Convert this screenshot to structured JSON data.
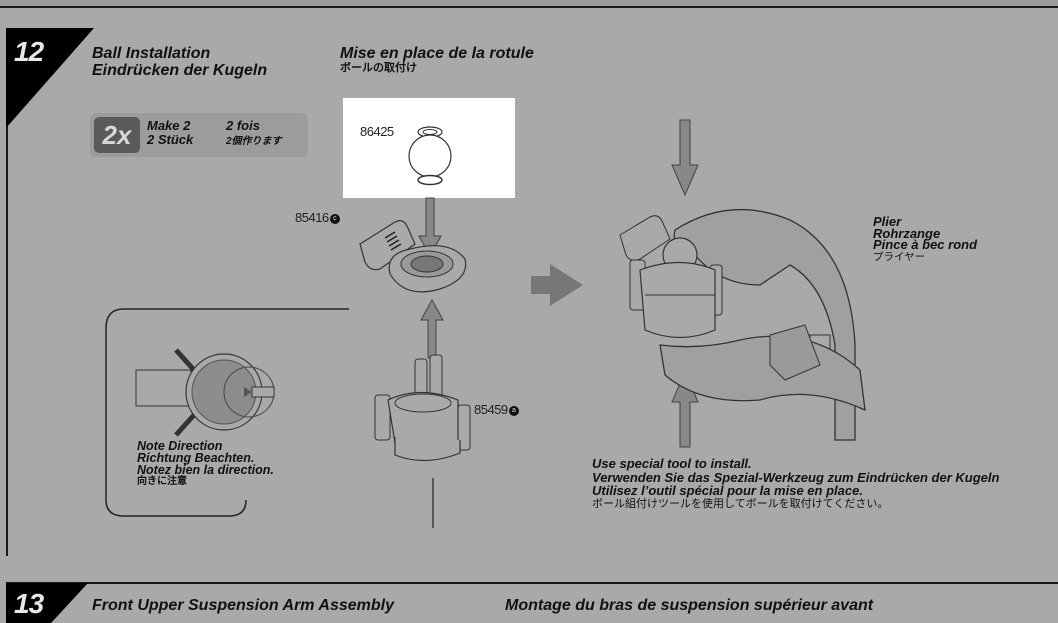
{
  "step12": {
    "number": "12",
    "title_en": "Ball Installation",
    "title_de": "Eindrücken der Kugeln",
    "title_fr": "Mise en place de la rotule",
    "title_jp": "ボールの取付け",
    "make": {
      "badge": "2x",
      "en": "Make 2",
      "fr": "2 fois",
      "de": "2 Stück",
      "jp": "2個作ります"
    },
    "parts": [
      {
        "number": "86425",
        "badge": ""
      },
      {
        "number": "85416",
        "badge": "c"
      },
      {
        "number": "85459",
        "badge": "a"
      }
    ],
    "note": {
      "en": "Note Direction",
      "de": "Richtung Beachten.",
      "fr": "Notez bien la direction.",
      "jp": "向きに注意"
    },
    "tool": {
      "en": "Plier",
      "de": "Rohrzange",
      "fr": "Pince à bec rond",
      "jp": "プライヤー"
    },
    "instruction": {
      "en": "Use special tool to install.",
      "de": "Verwenden Sie das Spezial-Werkzeug zum Eindrücken der Kugeln",
      "fr": "Utilisez l’outil spécial pour la mise en place.",
      "jp": "ボール組付けツールを使用してボールを取付けてください。"
    }
  },
  "step13": {
    "number": "13",
    "title_en": "Front Upper Suspension Arm Assembly",
    "title_fr": "Montage du bras de suspension supérieur avant"
  },
  "colors": {
    "background": "#a9a9a9",
    "ink": "#111111",
    "arrow": "#7a7a7a",
    "badge_box": "#5a5a5a"
  }
}
